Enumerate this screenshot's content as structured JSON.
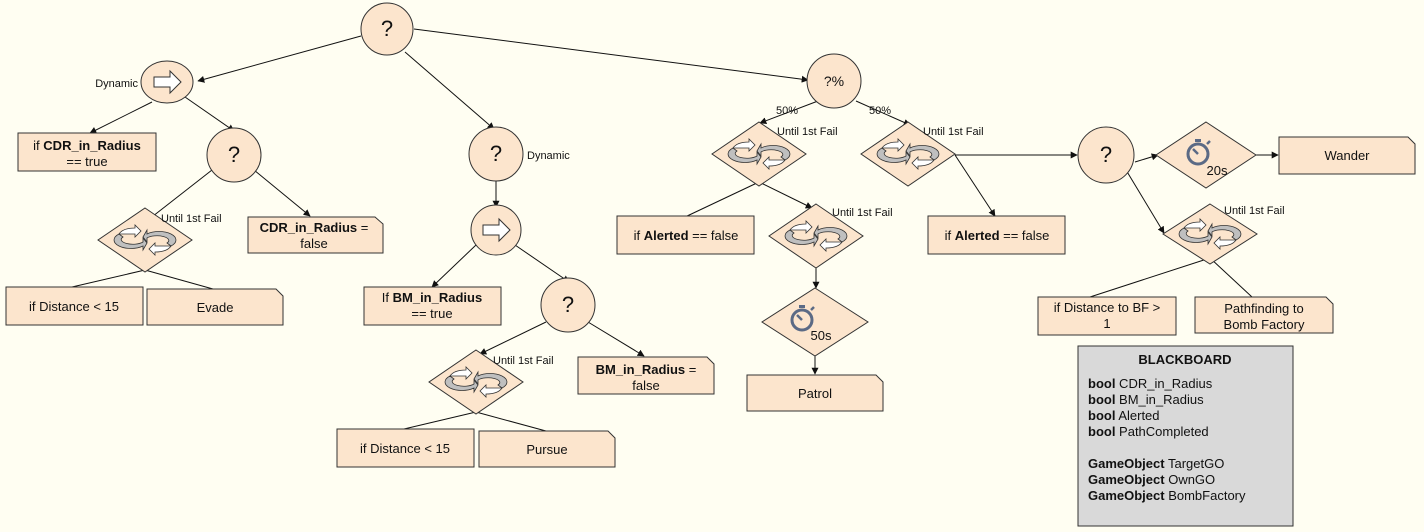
{
  "nodes": {
    "root": "?",
    "dynamic_left_label": "Dynamic",
    "cond_cdr_prefix": "if ",
    "cond_cdr_bold": "CDR_in_Radius",
    "cond_cdr_rest": "== true",
    "sel_left": "?",
    "loop_left_label": "Until 1st Fail",
    "cdr_false_bold": "CDR_in_Radius",
    "cdr_false_eq": " =",
    "cdr_false_rest": "false",
    "dist15_left": "if Distance < 15",
    "evade": "Evade",
    "sel_mid": "?",
    "dynamic_mid_label": "Dynamic",
    "cond_bm_prefix": "If ",
    "cond_bm_bold": "BM_in_Radius",
    "cond_bm_rest": "== true",
    "sel_mid2": "?",
    "loop_mid_label": "Until 1st Fail",
    "bm_false_bold": "BM_in_Radius",
    "bm_false_eq": " =",
    "bm_false_rest": "false",
    "dist15_mid": "if Distance < 15",
    "pursue": "Pursue",
    "random": "?%",
    "pct_left": "50%",
    "pct_right": "50%",
    "loop_a_label": "Until 1st Fail",
    "alerted_a_prefix": "if ",
    "alerted_a_bold": "Alerted",
    "alerted_a_rest": " == false",
    "loop_b_label": "Until 1st Fail",
    "timer_50": "50s",
    "patrol": "Patrol",
    "loop_c_label": "Until 1st Fail",
    "alerted_c_prefix": "if ",
    "alerted_c_bold": "Alerted",
    "alerted_c_rest": " == false",
    "sel_right": "?",
    "timer_20": "20s",
    "wander": "Wander",
    "loop_d_label": "Until 1st Fail",
    "dist_bf_line1": "if Distance to BF >",
    "dist_bf_line2": "1",
    "path_line1": "Pathfinding to",
    "path_line2": "Bomb Factory"
  },
  "blackboard": {
    "title": "BLACKBOARD",
    "entries": [
      {
        "type": "bool",
        "name": " CDR_in_Radius"
      },
      {
        "type": "bool",
        "name": " BM_in_Radius"
      },
      {
        "type": "bool",
        "name": " Alerted"
      },
      {
        "type": "bool",
        "name": " PathCompleted"
      },
      {
        "type": "GameObject",
        "name": " TargetGO"
      },
      {
        "type": "GameObject",
        "name": " OwnGO"
      },
      {
        "type": "GameObject",
        "name": " BombFactory"
      }
    ]
  },
  "colors": {
    "node_fill": "#fce5cd",
    "stroke": "#333333",
    "arrow_fill": "#ffffff",
    "loop_fill": "#bfbfbf",
    "blackboard_fill": "#d9d9d9",
    "timer_icon": "#5b6a85",
    "background": "#fffef2"
  }
}
